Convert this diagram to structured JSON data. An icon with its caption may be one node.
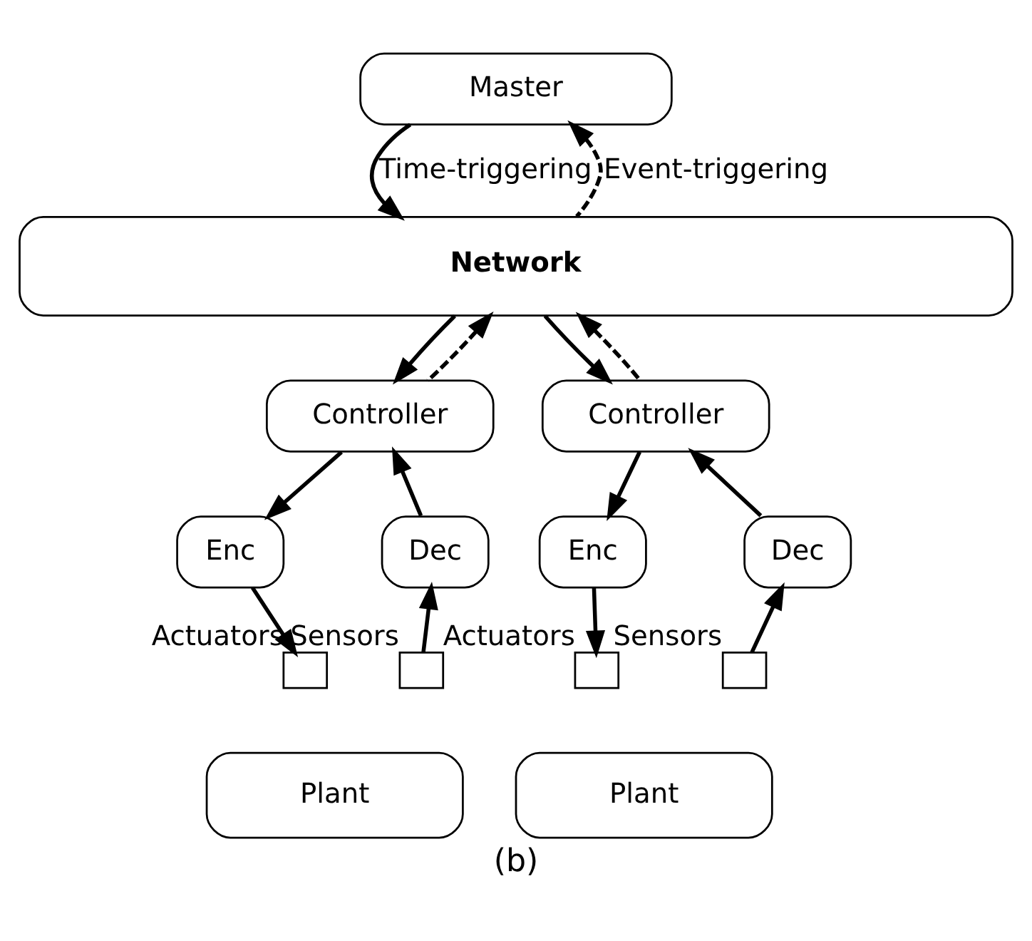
{
  "diagram": {
    "caption": "(b)",
    "nodes": [
      {
        "text": [
          "Master"
        ]
      },
      {
        "text": [
          "Network"
        ]
      },
      {
        "text": [
          "Controller"
        ]
      },
      {
        "text": [
          "Enc"
        ]
      },
      {
        "text": [
          "Dec"
        ]
      },
      {
        "text": [],
        "shape": "box",
        "beside": [
          "Actuators"
        ]
      },
      {
        "text": [],
        "shape": "box",
        "beside": [
          "Sensors"
        ]
      },
      {
        "text": [
          "Plant"
        ]
      },
      {
        "text": [
          "Controller"
        ]
      },
      {
        "text": [
          "Enc"
        ]
      },
      {
        "text": [
          "Dec"
        ]
      },
      {
        "text": [],
        "shape": "box",
        "beside": [
          "Actuators"
        ]
      },
      {
        "text": [],
        "shape": "box",
        "beside": [
          "Sensors"
        ]
      },
      {
        "text": [
          "Plant"
        ]
      }
    ],
    "edges": [
      {
        "from": 0,
        "to": 1,
        "arrow": "to",
        "label": "Time-triggering"
      },
      {
        "from": 1,
        "to": 0,
        "arrow": "to",
        "label": "Event-triggering",
        "style": "dashed"
      },
      {
        "from": 1,
        "to": 2,
        "arrow": "to"
      },
      {
        "from": 2,
        "to": 1,
        "arrow": "to",
        "style": "dashed"
      },
      {
        "from": 2,
        "to": 3,
        "arrow": "to"
      },
      {
        "from": 4,
        "to": 2,
        "arrow": "to"
      },
      {
        "from": 3,
        "to": 5,
        "arrow": "to"
      },
      {
        "from": 6,
        "to": 4,
        "arrow": "to"
      },
      {
        "from": 1,
        "to": 8,
        "arrow": "to"
      },
      {
        "from": 8,
        "to": 1,
        "arrow": "to",
        "style": "dashed"
      },
      {
        "from": 8,
        "to": 9,
        "arrow": "to"
      },
      {
        "from": 10,
        "to": 8,
        "arrow": "to"
      },
      {
        "from": 9,
        "to": 11,
        "arrow": "to"
      },
      {
        "from": 12,
        "to": 10,
        "arrow": "to"
      }
    ]
  }
}
